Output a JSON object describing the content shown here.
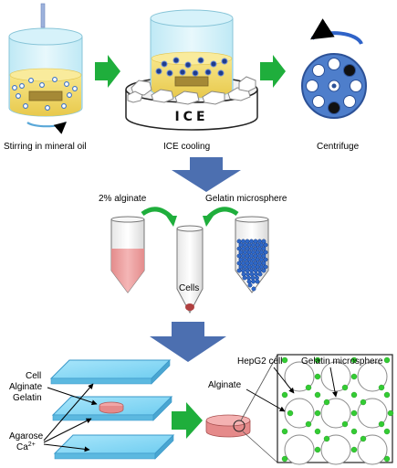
{
  "steps": {
    "stirring": "Stirring in mineral oil",
    "ice_cooling": "ICE cooling",
    "centrifuge": "Centrifuge",
    "ice_label": "ICE"
  },
  "tubes": {
    "alginate": "2% alginate",
    "gelatin_microsphere": "Gelatin microsphere",
    "cells": "Cells"
  },
  "layers": {
    "cell": "Cell",
    "alginate": "Alginate",
    "gelatin": "Gelatin",
    "agarose": "Agarose",
    "ca": "Ca",
    "ca_sup": "2+"
  },
  "inset": {
    "hepg2": "HepG2 cell",
    "gelatin_microsphere": "Gelatin microsphere",
    "alginate": "Alginate"
  },
  "colors": {
    "green_arrow": "#1fae3c",
    "blue_arrow": "#4c6fb0",
    "oil": "#f4dc6e",
    "microsphere_dot": "#33cc33"
  }
}
